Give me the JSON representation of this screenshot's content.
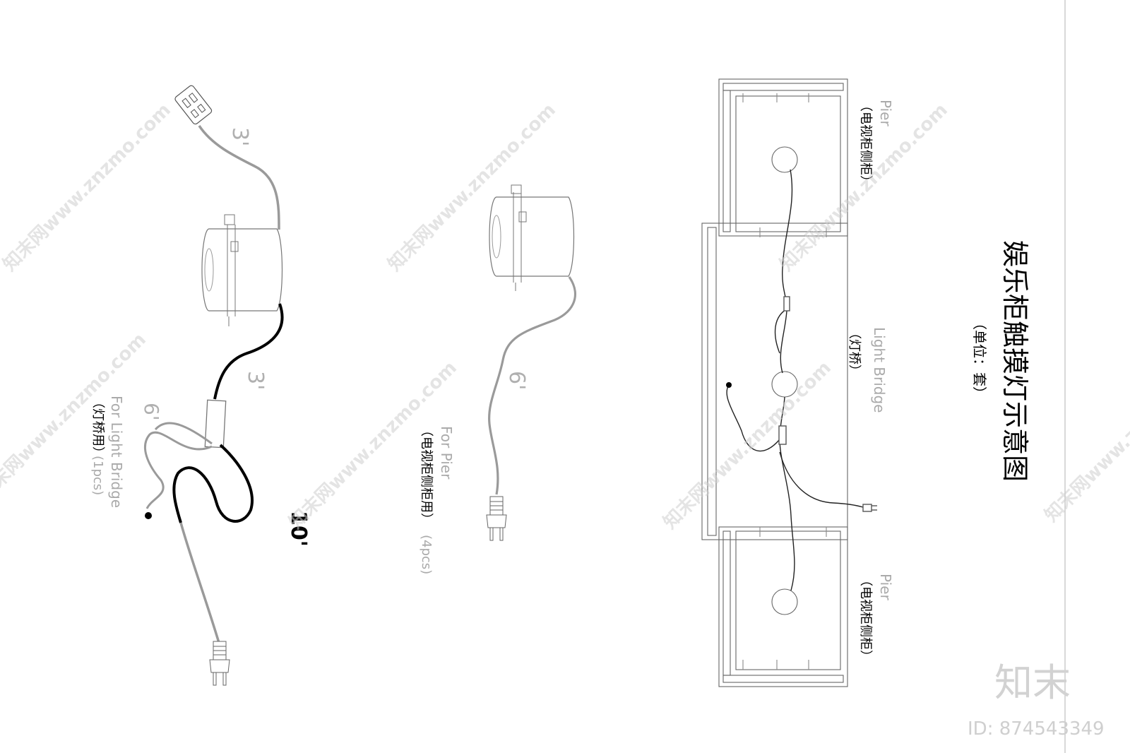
{
  "title": "娱乐柜触摸灯示意图",
  "subtitle": "（单位：套）",
  "left_assembly": {
    "cord_top_length": "3'",
    "cord_mid_length": "3'",
    "cord_branch_length": "6'",
    "cord_long_length": "10'",
    "label_en": "For Light Bridge",
    "label_qty": "(1pcs)",
    "label_zh": "（灯桥用）"
  },
  "middle_assembly": {
    "cord_length": "6'",
    "label_en": "For Pier",
    "label_qty": "(4pcs)",
    "label_zh": "（电视柜侧柜用）"
  },
  "plan": {
    "pier_top_en": "Pier",
    "pier_top_zh": "（电视柜侧柜）",
    "bridge_en": "Light Bridge",
    "bridge_zh": "（灯桥）",
    "pier_bottom_en": "Pier",
    "pier_bottom_zh": "（电视柜侧柜）"
  },
  "watermark": {
    "text": "知末网www.znzmo.com",
    "logo": "知末",
    "id_text": "ID: 874543349"
  }
}
